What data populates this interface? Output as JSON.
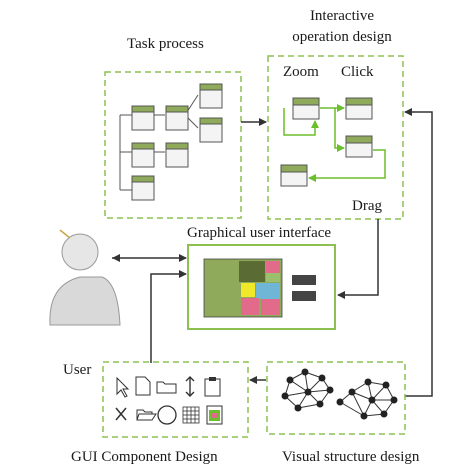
{
  "labels": {
    "task_process": "Task process",
    "interactive_title": "Interactive\noperation design",
    "zoom": "Zoom",
    "click": "Click",
    "drag": "Drag",
    "gui": "Graphical user interface",
    "user": "User",
    "gui_component": "GUI Component Design",
    "visual_structure": "Visual structure design"
  },
  "colors": {
    "box_border": "#8cc152",
    "node_header": "#8faa5a",
    "node_body": "#f4f4f4",
    "node_border": "#555555",
    "arrow": "#333333",
    "green_arrow": "#6bbf2a"
  },
  "icons": [
    "cursor-icon",
    "document-icon",
    "folder-icon",
    "resize-vertical-icon",
    "clipboard-icon",
    "cut-icon",
    "open-folder-icon",
    "circle-icon",
    "grid-icon",
    "image-icon"
  ]
}
